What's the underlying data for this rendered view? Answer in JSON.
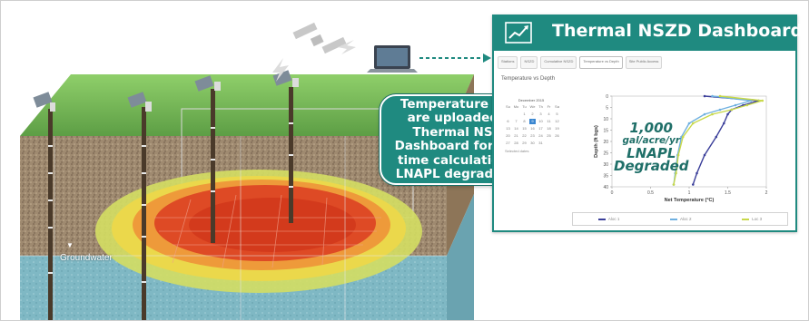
{
  "callout": {
    "text": "Temperature data\nare uploaded to\nThermal NSZD\nDashboard for real-\ntime calculation of\nLNAPL degradation"
  },
  "scene": {
    "groundwater_label": "Groundwater"
  },
  "dashboard": {
    "title": "Thermal NSZD Dashboard",
    "tabs": [
      "Stations",
      "NSZD",
      "Cumulative NSZD",
      "Temperature vs Depth",
      "Site Public Access"
    ],
    "active_tab": 3,
    "section_title": "Temperature vs Depth",
    "calendar": {
      "month": "December 2015",
      "weekdays": [
        "Su",
        "Mo",
        "Tu",
        "We",
        "Th",
        "Fr",
        "Sa"
      ],
      "days": [
        "",
        "",
        "1",
        "2",
        "3",
        "4",
        "5",
        "6",
        "7",
        "8",
        "9",
        "10",
        "11",
        "12",
        "13",
        "14",
        "15",
        "16",
        "17",
        "18",
        "19",
        "20",
        "21",
        "22",
        "23",
        "24",
        "25",
        "26",
        "27",
        "28",
        "29",
        "30",
        "31",
        "",
        ""
      ],
      "selected": "9",
      "note": "Selected dates"
    },
    "annotation": {
      "value": "1,000",
      "unit": "gal/acre/yr",
      "line1": "LNAPL",
      "line2": "Degraded"
    },
    "legend": [
      "Aloc 1",
      "Aloc 2",
      "Loc 3"
    ]
  },
  "chart_data": {
    "type": "line",
    "xlabel": "Net Temperature (°C)",
    "ylabel": "Depth (ft bgs)",
    "xlim": [
      0,
      2
    ],
    "ylim": [
      40,
      0
    ],
    "x_ticks": [
      "0",
      "0.5",
      "1",
      "1.5",
      "2"
    ],
    "y_ticks": [
      "0",
      "5",
      "10",
      "15",
      "20",
      "25",
      "30",
      "35",
      "40"
    ],
    "series": [
      {
        "name": "Aloc 1",
        "color": "#3b3f9a",
        "x": [
          1.2,
          1.9,
          1.7,
          1.55,
          1.5,
          1.45,
          1.35,
          1.2,
          1.1,
          1.05
        ],
        "y": [
          0,
          2,
          4,
          6,
          8,
          12,
          18,
          26,
          34,
          39
        ]
      },
      {
        "name": "Aloc 2",
        "color": "#6fb0e0",
        "x": [
          1.3,
          1.8,
          1.6,
          1.4,
          1.2,
          1.0,
          0.9,
          0.85,
          0.82,
          0.8
        ],
        "y": [
          0,
          2,
          4,
          6,
          8,
          12,
          18,
          26,
          34,
          39
        ]
      },
      {
        "name": "Loc 3",
        "color": "#c8d84a",
        "x": [
          1.4,
          1.95,
          1.75,
          1.55,
          1.3,
          1.05,
          0.92,
          0.86,
          0.83,
          0.8
        ],
        "y": [
          0,
          2,
          4,
          6,
          8,
          12,
          18,
          26,
          34,
          39
        ]
      }
    ]
  },
  "colors": {
    "teal": "#1f8a80",
    "grass": "#7fbf5f",
    "soil": "#a58a6a",
    "water": "#8cc0cc",
    "plume_core": "#d9361c"
  }
}
